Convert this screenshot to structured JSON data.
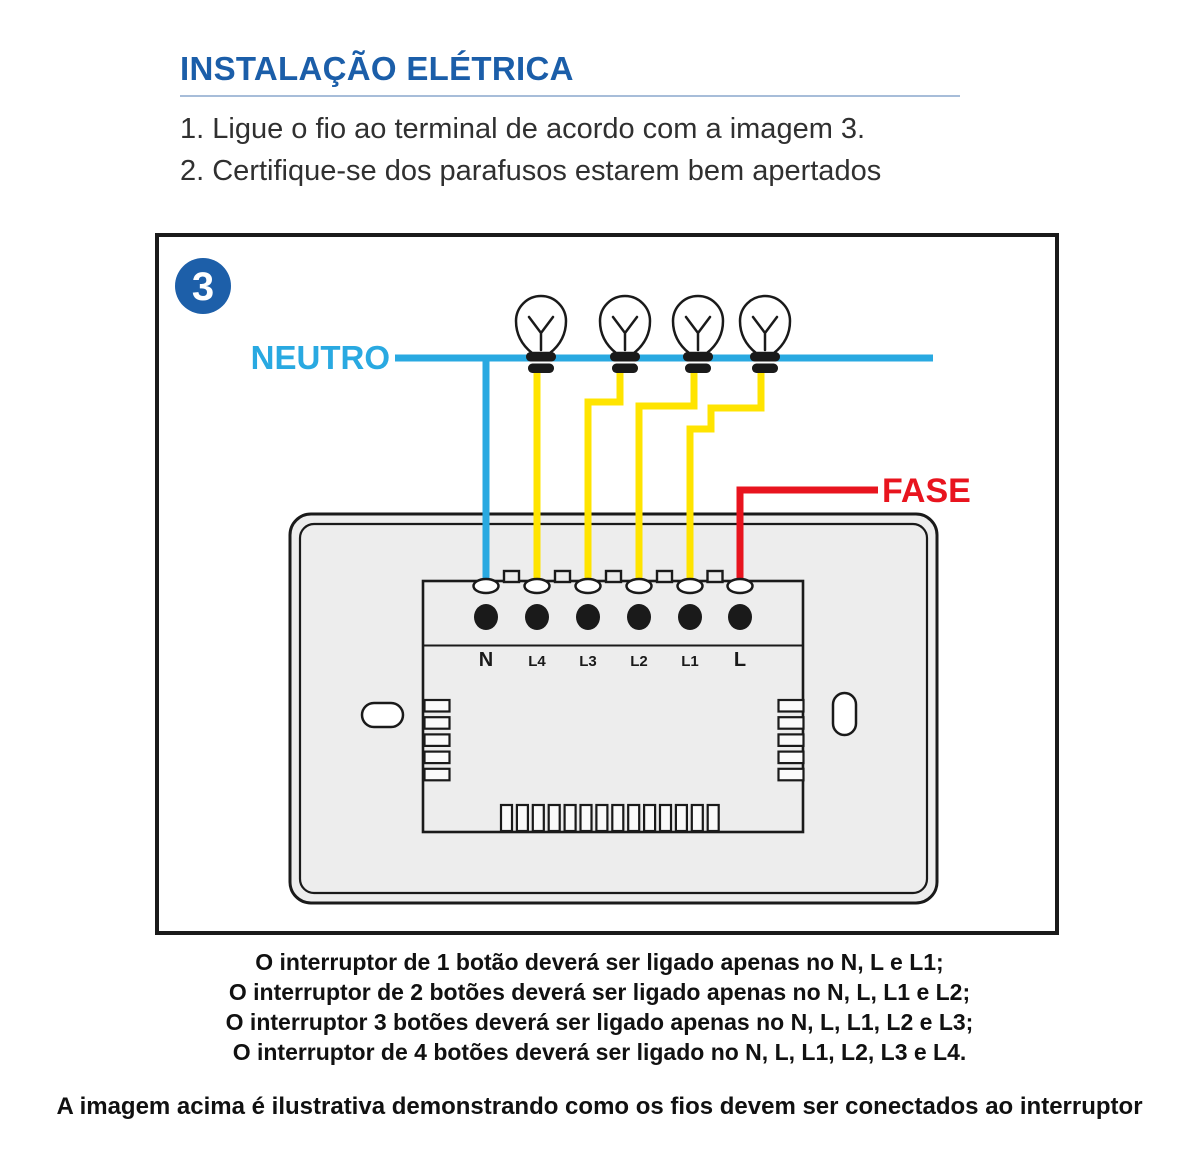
{
  "title": "INSTALAÇÃO ELÉTRICA",
  "instructions": [
    "1. Ligue o fio ao terminal de acordo com a imagem 3.",
    "2. Certifique-se dos parafusos estarem bem apertados"
  ],
  "diagram": {
    "badge": "3",
    "neutral_label": "NEUTRO",
    "phase_label": "FASE",
    "terminals": [
      "N",
      "L4",
      "L3",
      "L2",
      "L1",
      "L"
    ],
    "bulb_count": 4
  },
  "notes": [
    "O interruptor de 1 botão deverá ser ligado apenas no N, L e L1;",
    "O interruptor de 2 botões deverá ser ligado apenas no N, L, L1 e L2;",
    "O interruptor 3 botões deverá ser ligado apenas no N, L, L1, L2 e L3;",
    "O interruptor de 4 botões deverá ser ligado no N, L, L1, L2, L3 e L4."
  ],
  "caption": "A imagem acima é ilustrativa demonstrando como os fios devem ser conectados ao interruptor",
  "colors": {
    "title_blue": "#1b5ea9",
    "badge_blue": "#1d5fa9",
    "neutral_cyan": "#29a9e1",
    "phase_red": "#e8141e",
    "live_yellow": "#ffe400",
    "plate_gray": "#ededed",
    "outline_black": "#1a1a1a"
  }
}
